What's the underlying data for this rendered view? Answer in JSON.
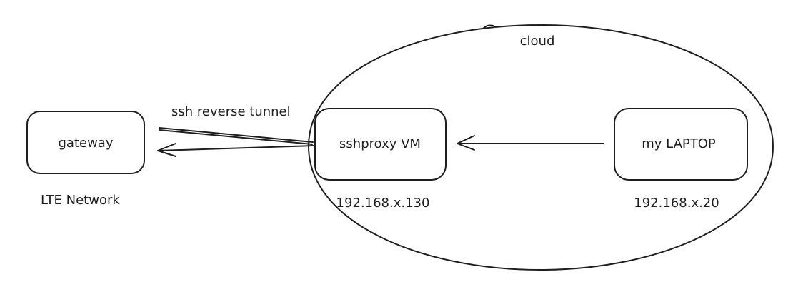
{
  "nodes": {
    "gateway": {
      "label": "gateway",
      "caption": "LTE Network"
    },
    "sshproxy": {
      "label": "sshproxy VM",
      "caption": "192.168.x.130"
    },
    "laptop": {
      "label": "my LAPTOP",
      "caption": "192.168.x.20"
    }
  },
  "groups": {
    "cloud": {
      "label": "cloud"
    }
  },
  "edges": {
    "reverse_tunnel": {
      "label": "ssh reverse tunnel"
    }
  },
  "colors": {
    "stroke": "#1e1e1e",
    "background": "#ffffff"
  }
}
